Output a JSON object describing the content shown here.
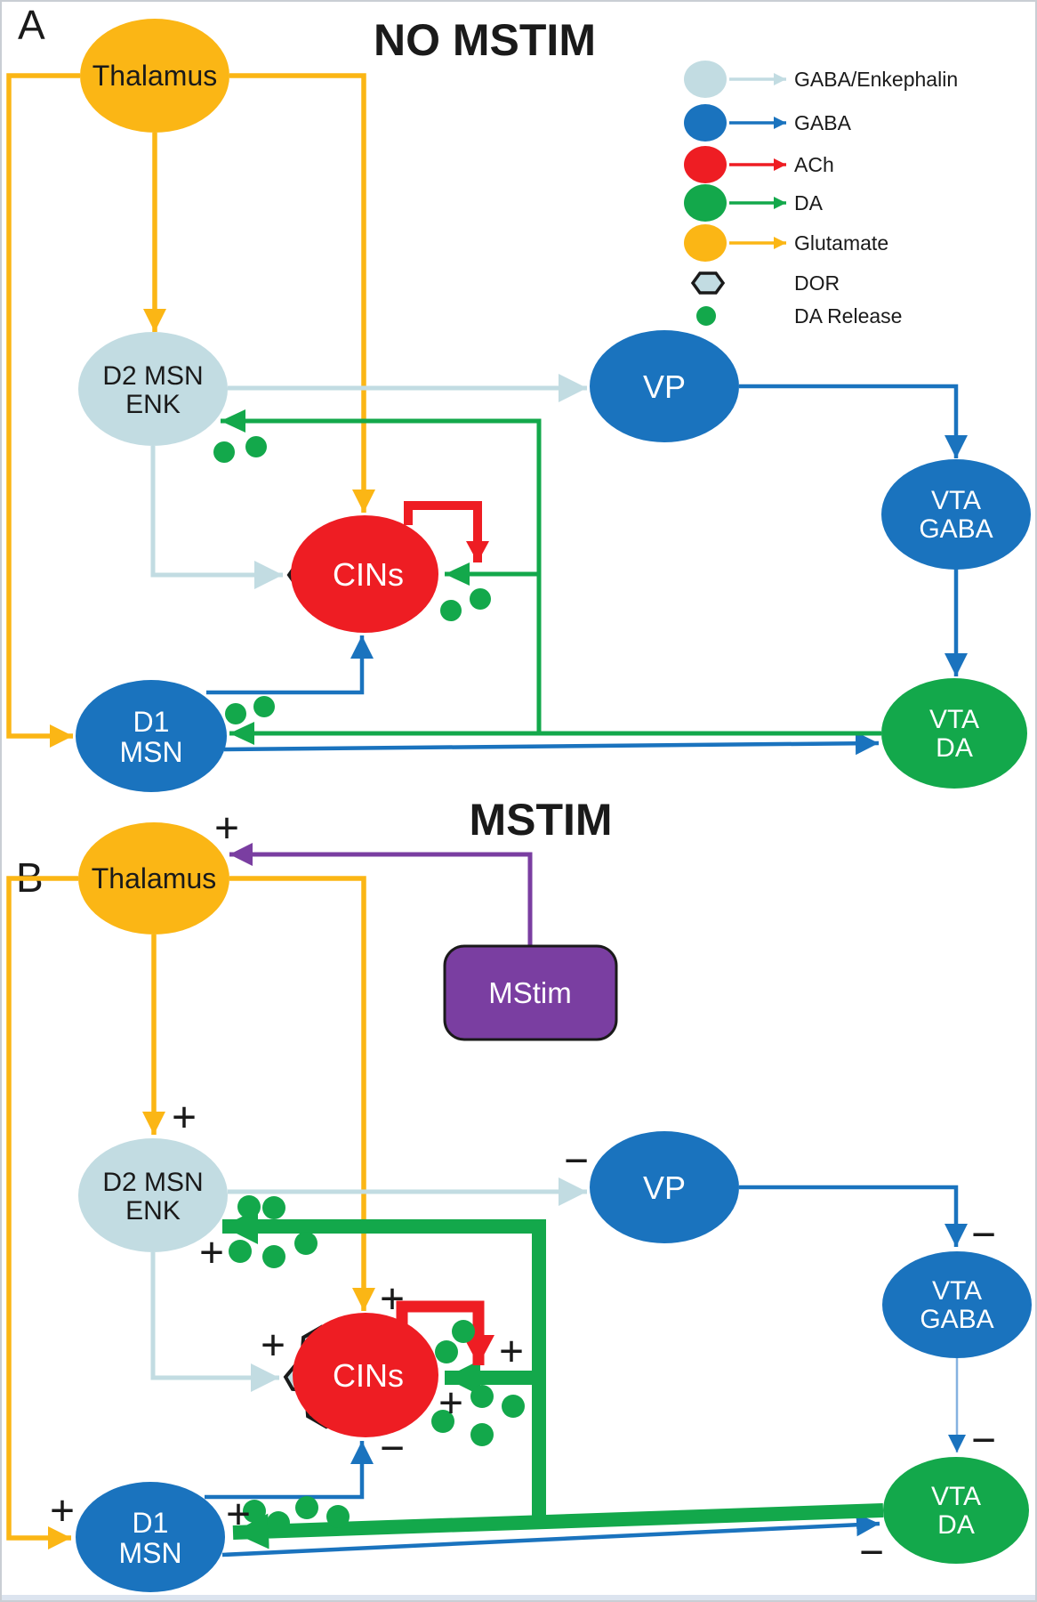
{
  "colors": {
    "yellow": "#FBB615",
    "lightblue": "#C2DCE2",
    "blue": "#1A73BE",
    "red": "#EE1D23",
    "green": "#13A84B",
    "purple": "#7A3EA1",
    "thinblue": "#85B2E0",
    "ink": "#1A1A1A",
    "frame": "#C9CED4"
  },
  "panel_a": {
    "label": "A",
    "title": "NO MSTIM"
  },
  "panel_b": {
    "label": "B",
    "title": "MSTIM"
  },
  "nodes": {
    "thalamus": {
      "label": "Thalamus"
    },
    "d2_msn_enk": {
      "line1": "D2 MSN",
      "line2": "ENK"
    },
    "cins": {
      "label": "CINs"
    },
    "d1_msn": {
      "line1": "D1",
      "line2": "MSN"
    },
    "vp": {
      "label": "VP"
    },
    "vta_gaba": {
      "line1": "VTA",
      "line2": "GABA"
    },
    "vta_da": {
      "line1": "VTA",
      "line2": "DA"
    },
    "mstim": {
      "label": "MStim"
    }
  },
  "legend": {
    "items": [
      {
        "label": "GABA/Enkephalin",
        "swatch": "ellipse",
        "color": "#C2DCE2"
      },
      {
        "label": "GABA",
        "swatch": "ellipse",
        "color": "#1A73BE"
      },
      {
        "label": "ACh",
        "swatch": "ellipse",
        "color": "#EE1D23"
      },
      {
        "label": "DA",
        "swatch": "ellipse",
        "color": "#13A84B"
      },
      {
        "label": "Glutamate",
        "swatch": "ellipse",
        "color": "#FBB615"
      },
      {
        "label": "DOR",
        "swatch": "hexagon",
        "color": "#C2DCE2"
      },
      {
        "label": "DA Release",
        "swatch": "dot",
        "color": "#13A84B"
      }
    ]
  },
  "signs": {
    "plus": "+",
    "minus": "−"
  }
}
